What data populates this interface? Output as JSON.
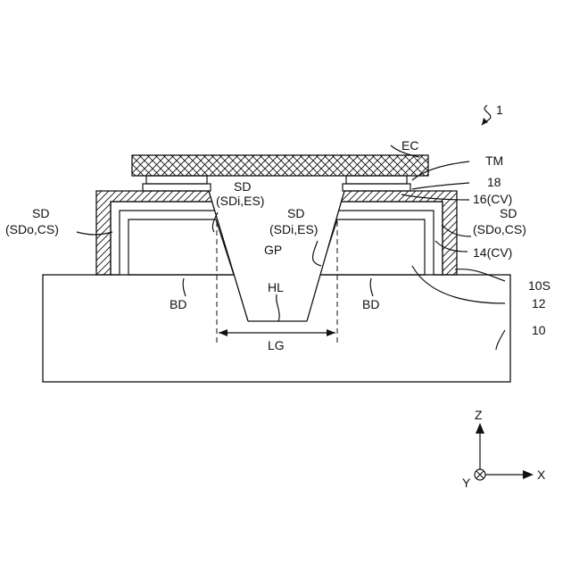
{
  "figure": {
    "ref": "1",
    "labels": {
      "ec": "EC",
      "tm": "TM",
      "n18": "18",
      "cv16": "16(CV)",
      "cv14": "14(CV)",
      "sd": "SD",
      "sd_inner": "(SDi,ES)",
      "sd_outer": "(SDo,CS)",
      "gp": "GP",
      "hl": "HL",
      "lg": "LG",
      "bd": "BD",
      "s10": "10S",
      "n12": "12",
      "n10": "10"
    },
    "axes": {
      "z": "Z",
      "x": "X",
      "y": "Y"
    }
  }
}
